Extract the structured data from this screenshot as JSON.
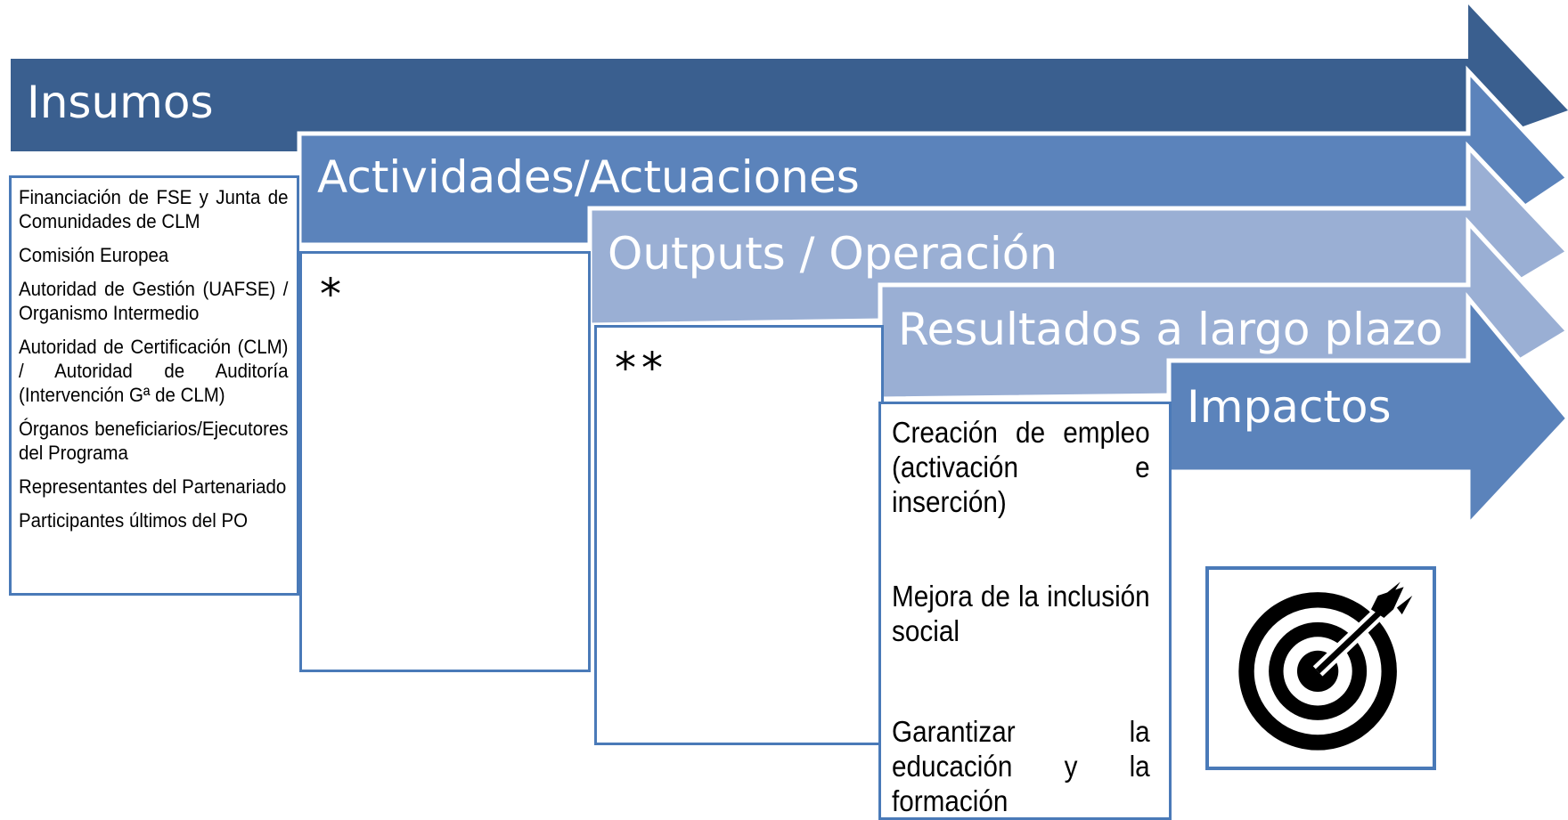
{
  "stages": [
    {
      "title": "Insumos",
      "color": "#3a5f8f"
    },
    {
      "title": "Actividades/Actuaciones",
      "color": "#5b83bb"
    },
    {
      "title": "Outputs / Operación",
      "color": "#9aafd4"
    },
    {
      "title": "Resultados a largo plazo",
      "color": "#9aafd4"
    },
    {
      "title": "Impactos",
      "color": "#5b83bb"
    }
  ],
  "insumos_items": [
    "Financiación de FSE y Junta de Comunidades de CLM",
    "Comisión Europea",
    "Autoridad de Gestión (UAFSE) / Organismo Intermedio",
    "Autoridad de Certificación (CLM) / Autoridad de Auditoría (Intervención Gª de CLM)",
    "Órganos beneficiarios/Ejecutores del Programa",
    "Representantes del Partenariado",
    "Participantes últimos del PO"
  ],
  "actividades_marker": "*",
  "outputs_marker": "**",
  "resultados_items": [
    "Creación de empleo (activación e inserción)",
    "Mejora de la inclusión social",
    "Garantizar la educación y la formación"
  ],
  "impactos_icon": "target-icon",
  "box_border_color": "#4a7ab8"
}
